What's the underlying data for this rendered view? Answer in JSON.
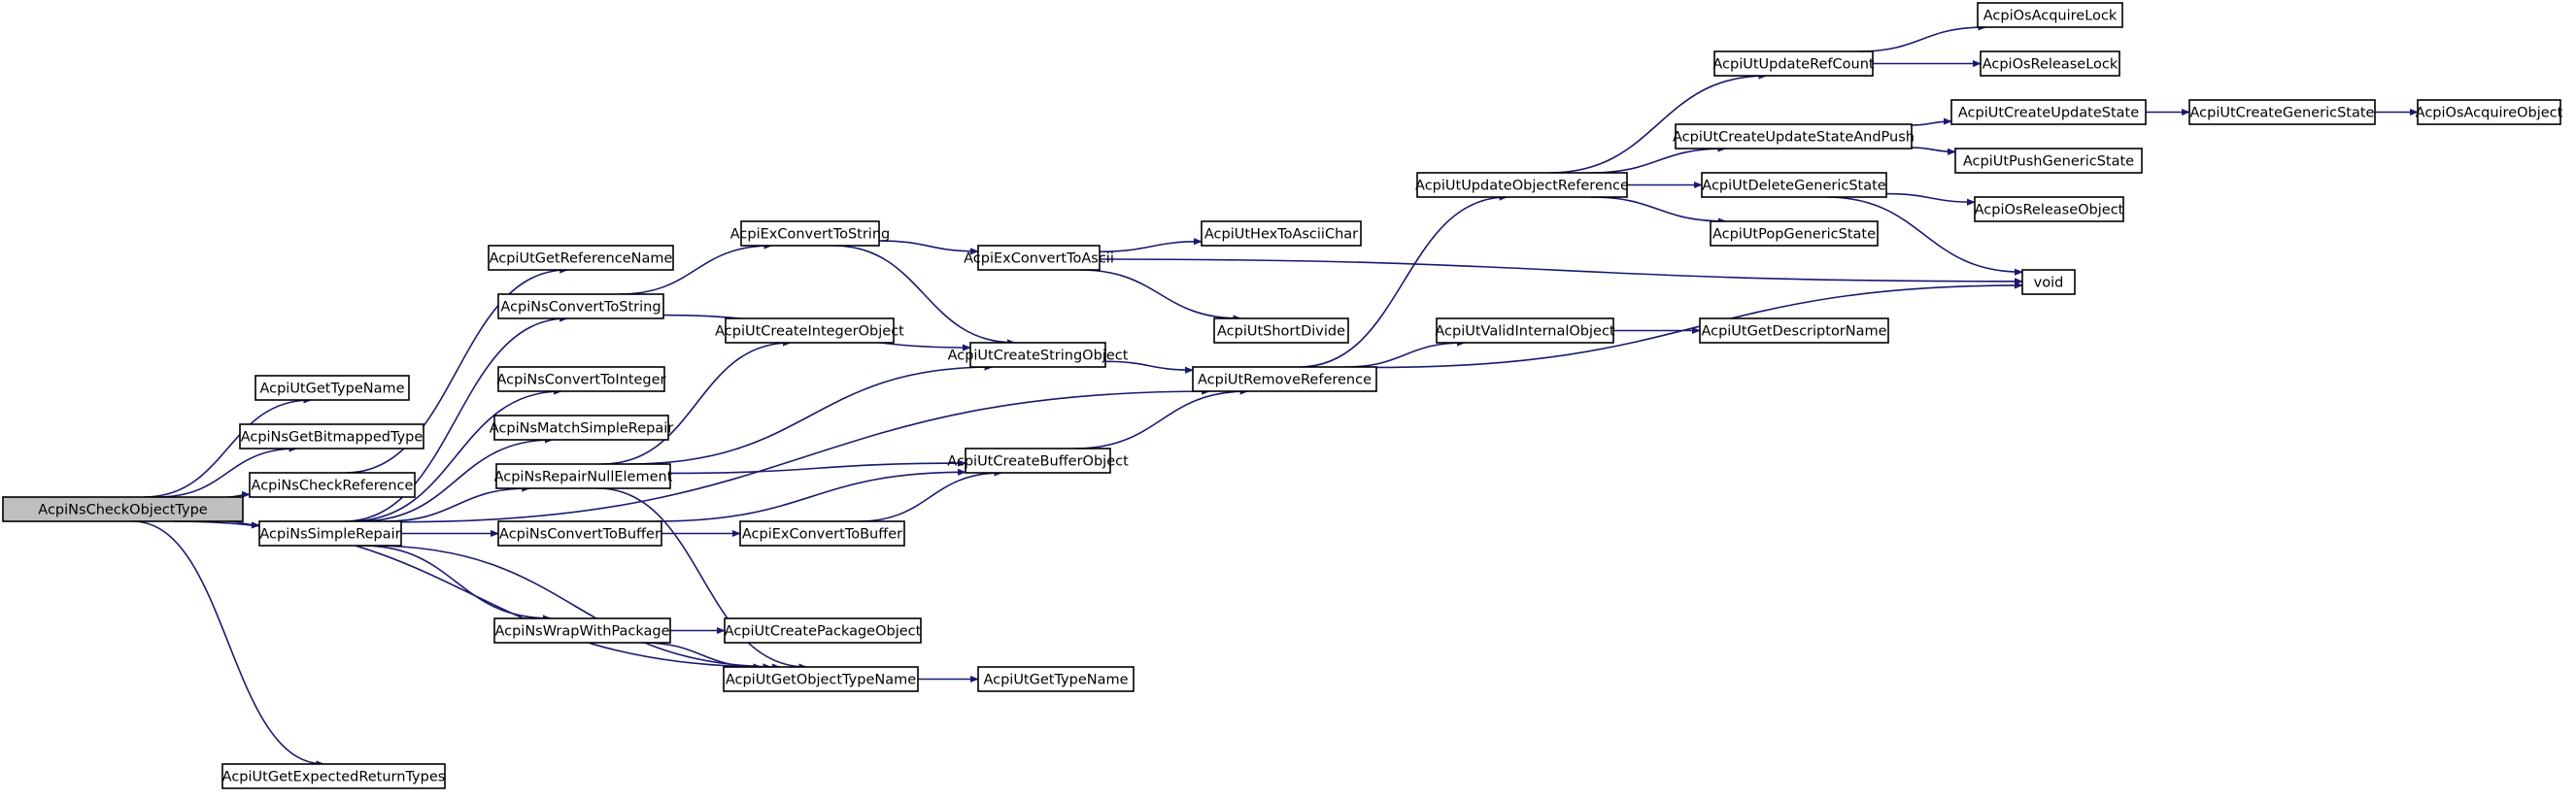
{
  "diagram": {
    "edge_color": "#191970",
    "root_fill": "#bfbfbf",
    "nodes": [
      {
        "id": "n0",
        "label": "AcpiNsCheckObjectType",
        "root": true
      },
      {
        "id": "n1",
        "label": "AcpiUtGetTypeName"
      },
      {
        "id": "n2",
        "label": "AcpiNsGetBitmappedType"
      },
      {
        "id": "n3",
        "label": "AcpiNsCheckReference"
      },
      {
        "id": "n4",
        "label": "AcpiNsSimpleRepair"
      },
      {
        "id": "n5",
        "label": "AcpiUtGetExpectedReturnTypes"
      },
      {
        "id": "n6",
        "label": "AcpiUtGetReferenceName"
      },
      {
        "id": "n7",
        "label": "AcpiNsConvertToString"
      },
      {
        "id": "n8",
        "label": "AcpiNsConvertToInteger"
      },
      {
        "id": "n9",
        "label": "AcpiNsMatchSimpleRepair"
      },
      {
        "id": "n10",
        "label": "AcpiNsRepairNullElement"
      },
      {
        "id": "n11",
        "label": "AcpiNsConvertToBuffer"
      },
      {
        "id": "n12",
        "label": "AcpiNsWrapWithPackage"
      },
      {
        "id": "n13",
        "label": "AcpiUtGetObjectTypeName"
      },
      {
        "id": "n14",
        "label": "AcpiExConvertToString"
      },
      {
        "id": "n15",
        "label": "AcpiUtCreateIntegerObject"
      },
      {
        "id": "n16",
        "label": "AcpiExConvertToBuffer"
      },
      {
        "id": "n17",
        "label": "AcpiUtCreatePackageObject"
      },
      {
        "id": "n18",
        "label": "AcpiExConvertToAscii"
      },
      {
        "id": "n19",
        "label": "AcpiUtCreateStringObject"
      },
      {
        "id": "n20",
        "label": "AcpiUtCreateBufferObject"
      },
      {
        "id": "n21",
        "label": "AcpiUtGetTypeName"
      },
      {
        "id": "n22",
        "label": "AcpiUtHexToAsciiChar"
      },
      {
        "id": "n23",
        "label": "AcpiUtShortDivide"
      },
      {
        "id": "n24",
        "label": "AcpiUtRemoveReference"
      },
      {
        "id": "n25",
        "label": "AcpiUtUpdateObjectReference"
      },
      {
        "id": "n26",
        "label": "AcpiUtValidInternalObject"
      },
      {
        "id": "n27",
        "label": "AcpiUtUpdateRefCount"
      },
      {
        "id": "n28",
        "label": "AcpiUtCreateUpdateStateAndPush"
      },
      {
        "id": "n29",
        "label": "AcpiUtDeleteGenericState"
      },
      {
        "id": "n30",
        "label": "AcpiUtPopGenericState"
      },
      {
        "id": "n31",
        "label": "AcpiUtGetDescriptorName"
      },
      {
        "id": "n32",
        "label": "AcpiOsAcquireLock"
      },
      {
        "id": "n33",
        "label": "AcpiOsReleaseLock"
      },
      {
        "id": "n34",
        "label": "AcpiUtCreateUpdateState"
      },
      {
        "id": "n35",
        "label": "AcpiUtPushGenericState"
      },
      {
        "id": "n36",
        "label": "AcpiOsReleaseObject"
      },
      {
        "id": "n37",
        "label": "void"
      },
      {
        "id": "n38",
        "label": "AcpiUtCreateGenericState"
      },
      {
        "id": "n39",
        "label": "AcpiOsAcquireObject"
      }
    ],
    "edges": [
      [
        "n0",
        "n1"
      ],
      [
        "n0",
        "n2"
      ],
      [
        "n0",
        "n3"
      ],
      [
        "n0",
        "n4"
      ],
      [
        "n0",
        "n5"
      ],
      [
        "n0",
        "n13"
      ],
      [
        "n3",
        "n6"
      ],
      [
        "n4",
        "n7"
      ],
      [
        "n4",
        "n8"
      ],
      [
        "n4",
        "n9"
      ],
      [
        "n4",
        "n10"
      ],
      [
        "n4",
        "n11"
      ],
      [
        "n4",
        "n12"
      ],
      [
        "n4",
        "n13"
      ],
      [
        "n4",
        "n24"
      ],
      [
        "n7",
        "n14"
      ],
      [
        "n7",
        "n19"
      ],
      [
        "n10",
        "n15"
      ],
      [
        "n10",
        "n19"
      ],
      [
        "n10",
        "n20"
      ],
      [
        "n10",
        "n13"
      ],
      [
        "n11",
        "n16"
      ],
      [
        "n11",
        "n20"
      ],
      [
        "n12",
        "n17"
      ],
      [
        "n12",
        "n13"
      ],
      [
        "n13",
        "n21"
      ],
      [
        "n14",
        "n18"
      ],
      [
        "n14",
        "n19"
      ],
      [
        "n16",
        "n20"
      ],
      [
        "n18",
        "n22"
      ],
      [
        "n18",
        "n23"
      ],
      [
        "n18",
        "n37"
      ],
      [
        "n19",
        "n24"
      ],
      [
        "n20",
        "n24"
      ],
      [
        "n24",
        "n25"
      ],
      [
        "n24",
        "n26"
      ],
      [
        "n24",
        "n37"
      ],
      [
        "n25",
        "n27"
      ],
      [
        "n25",
        "n28"
      ],
      [
        "n25",
        "n29"
      ],
      [
        "n25",
        "n30"
      ],
      [
        "n26",
        "n31"
      ],
      [
        "n27",
        "n32"
      ],
      [
        "n27",
        "n33"
      ],
      [
        "n28",
        "n34"
      ],
      [
        "n28",
        "n35"
      ],
      [
        "n29",
        "n36"
      ],
      [
        "n29",
        "n37"
      ],
      [
        "n34",
        "n38"
      ],
      [
        "n38",
        "n39"
      ]
    ]
  }
}
